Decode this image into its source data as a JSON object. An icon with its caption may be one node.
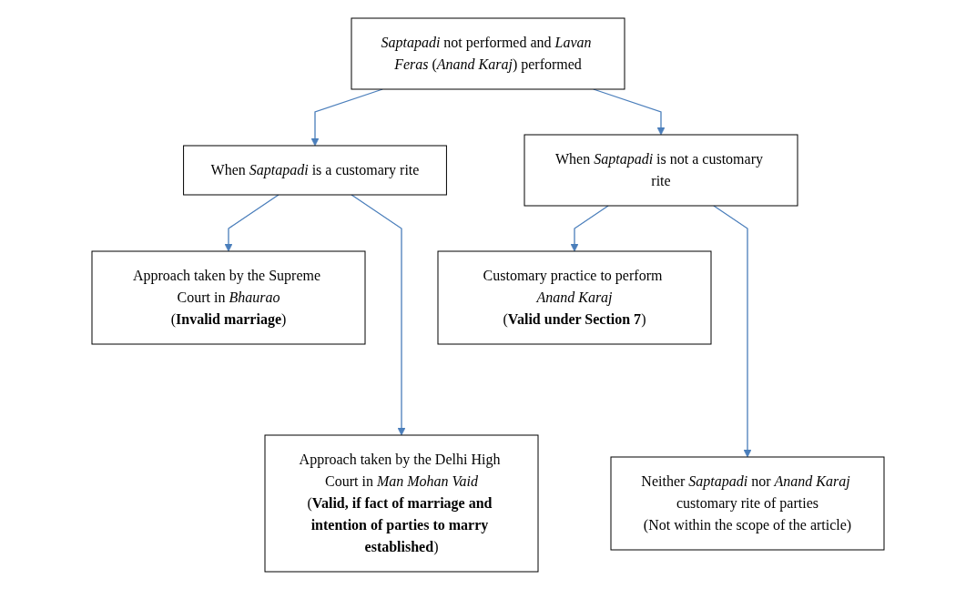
{
  "diagram": {
    "nodes": [
      {
        "text": [
          "*Saptapadi* not performed and *Lavan Feras* (*Anand Karaj*) performed"
        ]
      },
      {
        "text": [
          "When *Saptapadi* is a customary rite"
        ]
      },
      {
        "text": [
          "When *Saptapadi* is not a customary rite"
        ]
      },
      {
        "text": [
          "Approach taken by the Supreme Court in *Bhaurao*",
          "(**Invalid marriage**)"
        ]
      },
      {
        "text": [
          "Approach taken by the Delhi High Court in *Man Mohan Vaid*",
          "(**Valid, if fact of marriage and intention of parties to marry established**)"
        ]
      },
      {
        "text": [
          "Customary practice to perform *Anand Karaj*",
          "(**Valid under Section 7**)"
        ]
      },
      {
        "text": [
          "Neither *Saptapadi* nor *Anand Karaj* customary rite of parties",
          "(Not within the scope of the article)"
        ]
      }
    ],
    "edges": [
      {
        "from": 0,
        "to": 1,
        "arrow": "to"
      },
      {
        "from": 0,
        "to": 2,
        "arrow": "to"
      },
      {
        "from": 1,
        "to": 3,
        "arrow": "to"
      },
      {
        "from": 1,
        "to": 4,
        "arrow": "to"
      },
      {
        "from": 2,
        "to": 5,
        "arrow": "to"
      },
      {
        "from": 2,
        "to": 6,
        "arrow": "to"
      }
    ]
  }
}
